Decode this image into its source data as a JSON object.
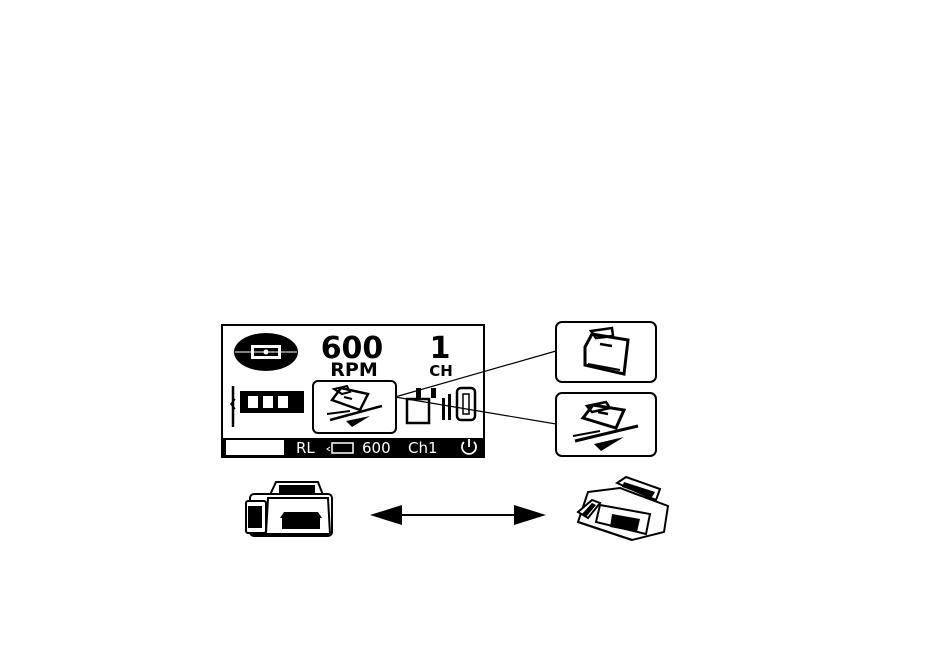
{
  "lcd": {
    "speed_value": "600",
    "speed_unit": "RPM",
    "channel_value": "1",
    "channel_unit": "CH",
    "status_bar": {
      "mode": "RL",
      "speed": "600",
      "channel": "Ch1"
    }
  },
  "icons": {
    "display_mode": "scan-mode-icon",
    "battery": "battery-icon",
    "sensitivity": "sensitivity-bars-icon",
    "laser_vertical": "laser-vertical-icon",
    "laser_tilted": "laser-tilted-icon",
    "power": "power-icon",
    "arrow": "double-arrow"
  },
  "colors": {
    "lcd_border": "#000000",
    "status_bar_bg": "#000000",
    "status_text": "#ffffff"
  }
}
